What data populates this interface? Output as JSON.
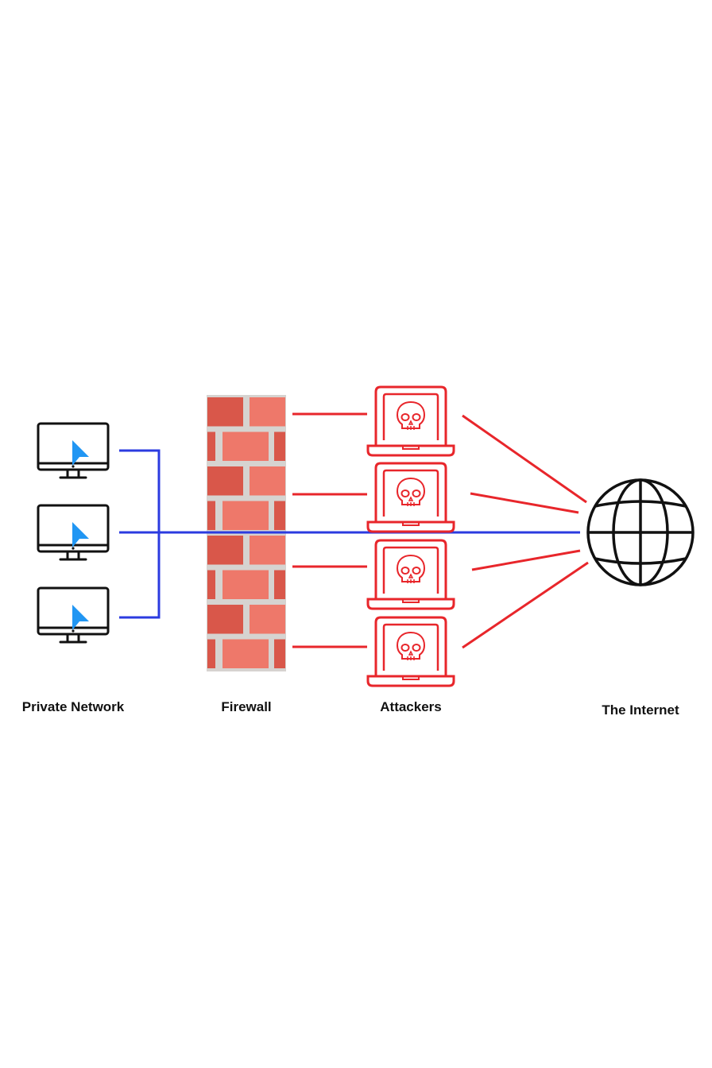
{
  "labels": {
    "private_network": "Private Network",
    "firewall": "Firewall",
    "attackers": "Attackers",
    "internet": "The Internet"
  },
  "colors": {
    "background": "#ffffff",
    "private_link": "#2b3be0",
    "attack_link": "#e8262b",
    "brick_dark": "#d9574a",
    "brick_light": "#ee786a",
    "mortar": "#d6d3d0",
    "computer_outline": "#111111",
    "cursor": "#2196f3",
    "attacker": "#e8262b",
    "globe": "#111111"
  },
  "icons": {
    "computer": "desktop-monitor-icon",
    "cursor": "cursor-arrow-icon",
    "attacker": "skull-laptop-icon",
    "internet": "globe-icon",
    "firewall": "brick-wall-icon"
  },
  "nodes": {
    "private_computers": 3,
    "attackers": 4
  }
}
